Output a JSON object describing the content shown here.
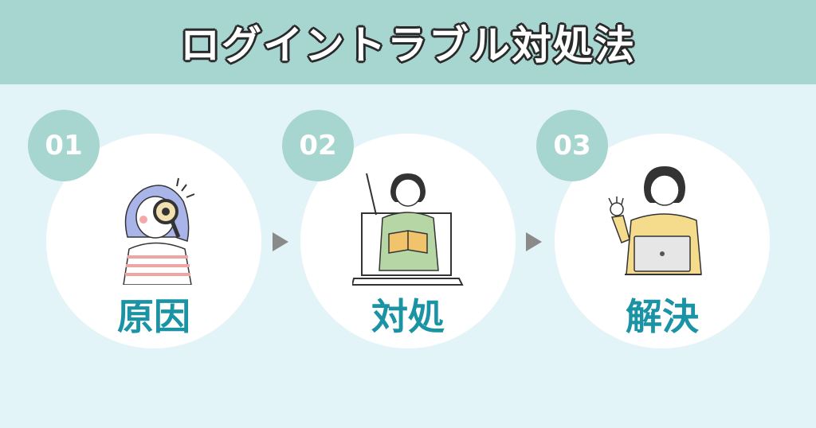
{
  "header": {
    "title": "ログイントラブル対処法"
  },
  "steps": [
    {
      "number": "01",
      "label": "原因"
    },
    {
      "number": "02",
      "label": "対処"
    },
    {
      "number": "03",
      "label": "解決"
    }
  ],
  "colors": {
    "header_bg": "#a7d5d0",
    "page_bg": "#e3f4f9",
    "label": "#1a94a5",
    "badge": "#a7d5d0",
    "arrow": "#8a8a8a"
  }
}
